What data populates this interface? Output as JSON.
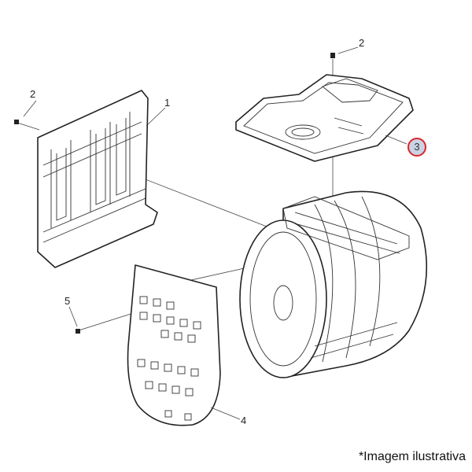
{
  "labels": {
    "part1": "1",
    "part2_left": "2",
    "part2_top": "2",
    "part3": "3",
    "part4": "4",
    "part5": "5"
  },
  "caption": "*Imagem ilustrativa",
  "colors": {
    "highlight_ring": "#d9252b",
    "highlight_fill": "#c9d3e4"
  }
}
